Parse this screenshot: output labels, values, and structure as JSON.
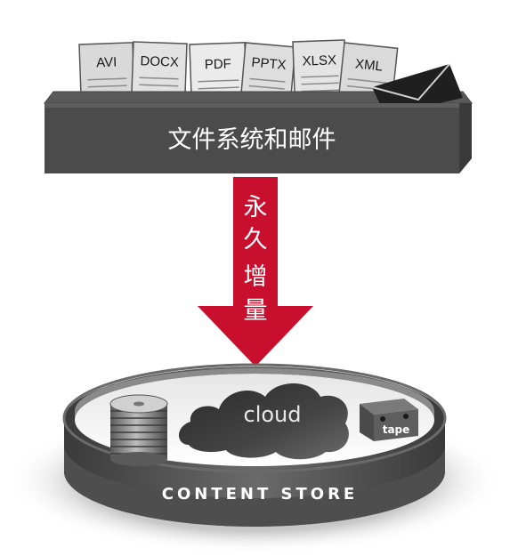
{
  "documents": [
    "AVI",
    "DOCX",
    "PDF",
    "PPTX",
    "XLSX",
    "XML"
  ],
  "tray_title": "文件系统和邮件",
  "arrow_chars": [
    "永",
    "久",
    "增",
    "量"
  ],
  "cloud_label": "cloud",
  "tape_label": "tape",
  "store_label": "CONTENT STORE",
  "colors": {
    "tray": "#4a4a4a",
    "tray_dark": "#333333",
    "arrow": "#c8102e",
    "cloud": "#3a3a3a",
    "ring": "#555555",
    "shadow": "#bdbdbd"
  }
}
